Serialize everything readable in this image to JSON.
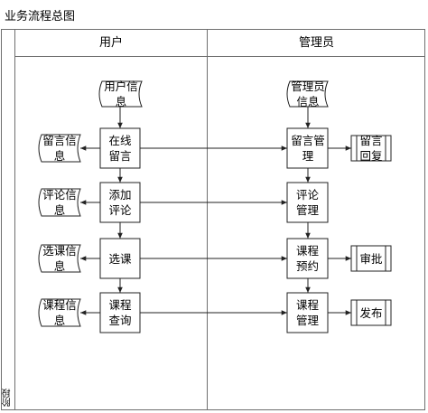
{
  "title": "业务流程总图",
  "stage_label": "阶段",
  "lanes": {
    "user": "用户",
    "admin": "管理员"
  },
  "nodes": {
    "user_info": "用户信\n息",
    "admin_info": "管理员\n信息",
    "online_msg": "在线\n留言",
    "add_comment": "添加\n评论",
    "select_course": "选课",
    "course_query": "课程\n查询",
    "msg_info": "留言信\n息",
    "comment_info": "评论信\n息",
    "select_info": "选课信\n息",
    "course_info": "课程信\n息",
    "msg_manage": "留言管\n理",
    "comment_manage": "评论\n管理",
    "course_booking": "课程\n预约",
    "course_manage": "课程\n管理",
    "msg_reply": "留言\n回复",
    "approve": "审批",
    "publish": "发布"
  }
}
